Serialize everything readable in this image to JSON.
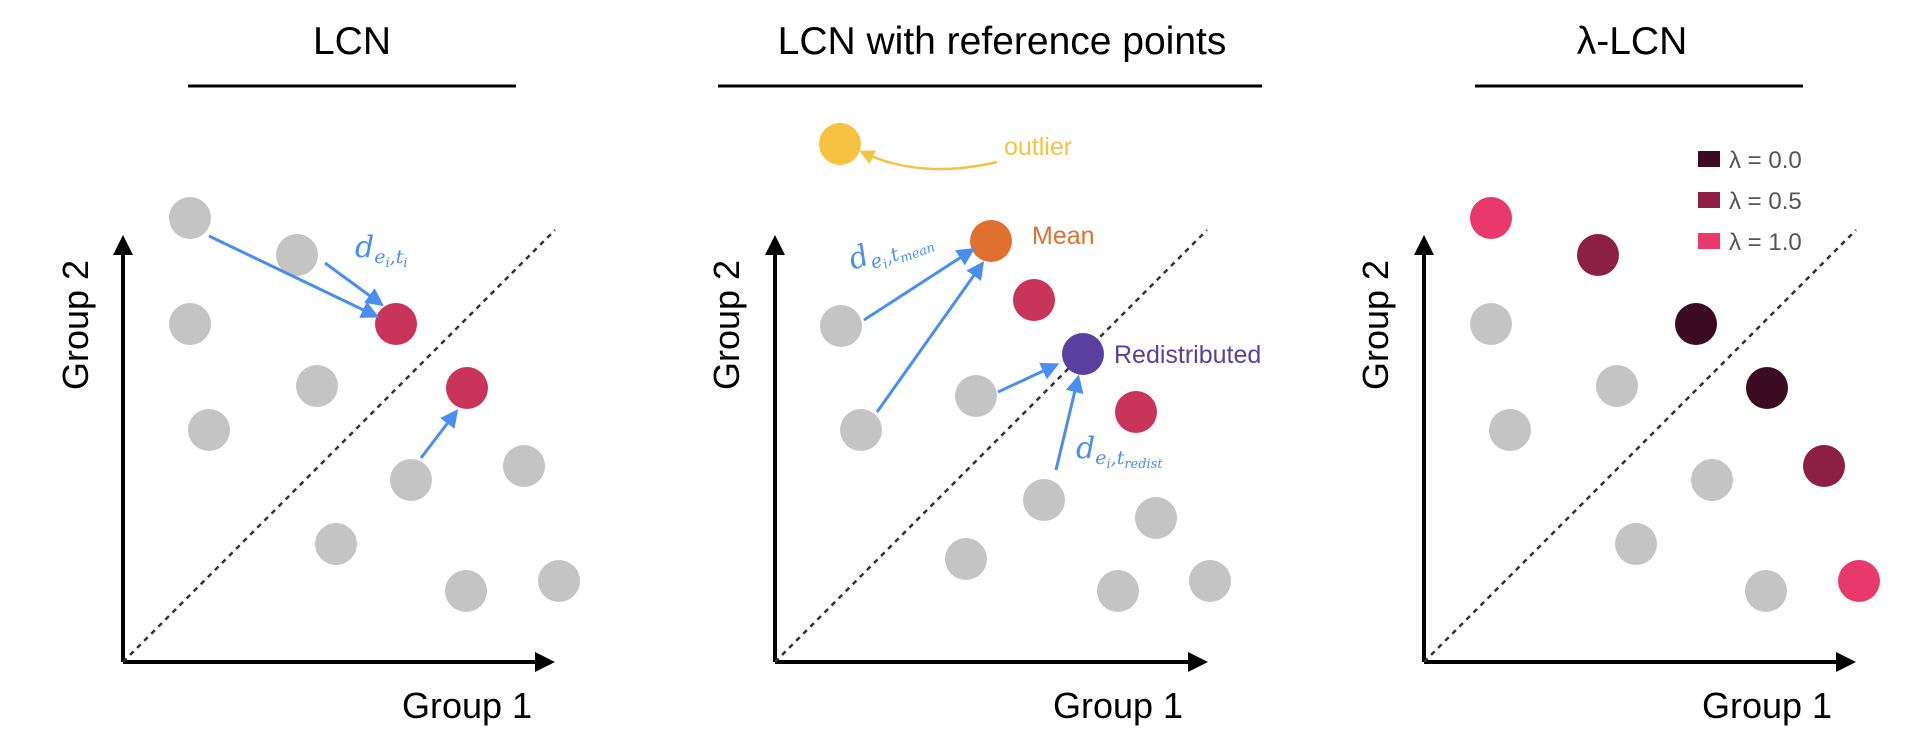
{
  "colors": {
    "gray": "#c4c4c4",
    "red": "#c8345a",
    "blue": "#4a8ff0",
    "orange": "#e07030",
    "yellow": "#f5c242",
    "purple": "#5b3fa0",
    "lambda_0": "#3b0b22",
    "lambda_05": "#8c1f44",
    "lambda_1": "#e8396c"
  },
  "panels": [
    {
      "title": "LCN",
      "xlabel": "Group 1",
      "ylabel": "Group 2"
    },
    {
      "title": "LCN with reference points",
      "xlabel": "Group 1",
      "ylabel": "Group 2"
    },
    {
      "title": "λ-LCN",
      "xlabel": "Group 1",
      "ylabel": "Group 2"
    }
  ],
  "annotations": {
    "p1_distance": {
      "base": "d",
      "sub1": "e",
      "sub1sub": "i",
      "sep": ",",
      "sub2": "t",
      "sub2sub": "i"
    },
    "p2_distance_mean": {
      "base": "d",
      "sub1": "e",
      "sub1sub": "i",
      "sep": ",",
      "sub2": "t",
      "sub2sub": "mean"
    },
    "p2_distance_redist": {
      "base": "d",
      "sub1": "e",
      "sub1sub": "i",
      "sep": ",",
      "sub2": "t",
      "sub2sub": "redist"
    },
    "outlier": "outlier",
    "mean": "Mean",
    "redistributed": "Redistributed"
  },
  "legend": [
    {
      "label": "λ = 0.0",
      "color": "#3b0b22"
    },
    {
      "label": "λ = 0.5",
      "color": "#8c1f44"
    },
    {
      "label": "λ = 1.0",
      "color": "#e8396c"
    }
  ]
}
